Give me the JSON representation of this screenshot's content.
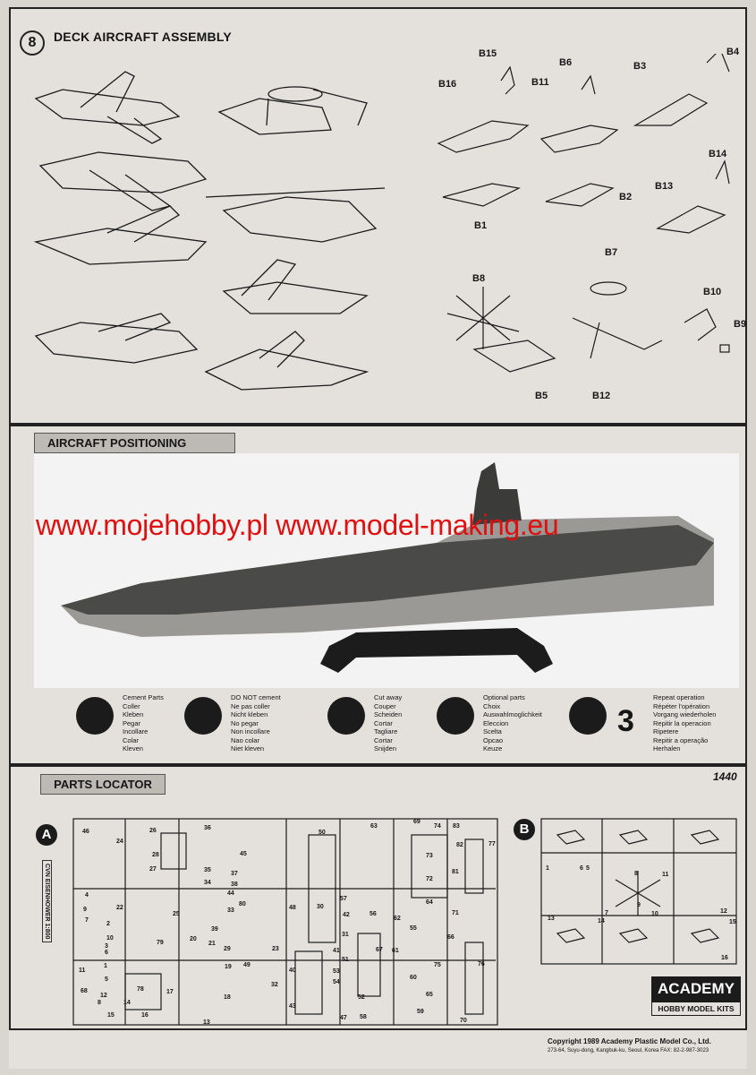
{
  "step": {
    "number": "8",
    "title": "DECK AIRCRAFT ASSEMBLY"
  },
  "part_labels": [
    "B15",
    "B6",
    "B3",
    "B4",
    "B16",
    "B11",
    "B14",
    "B13",
    "B1",
    "B2",
    "B7",
    "B8",
    "B10",
    "B9",
    "B5",
    "B12"
  ],
  "sections": {
    "positioning": "AIRCRAFT POSITIONING",
    "locator": "PARTS LOCATOR"
  },
  "watermark": "www.mojehobby.pl www.model-making.eu",
  "legend": [
    {
      "icon": "cement-icon",
      "lines": [
        "Cement Parts",
        "Coller",
        "Kleben",
        "Pegar",
        "Incollare",
        "Colar",
        "Kleven"
      ]
    },
    {
      "icon": "no-cement-icon",
      "lines": [
        "DO NOT cement",
        "Ne pas coller",
        "Nicht kleben",
        "No pegar",
        "Non incollare",
        "Nao colar",
        "Niet kleven"
      ]
    },
    {
      "icon": "cut-icon",
      "lines": [
        "Cut away",
        "Couper",
        "Scheiden",
        "Cortar",
        "Tagliare",
        "Cortar",
        "Snijden"
      ]
    },
    {
      "icon": "optional-icon",
      "lines": [
        "Optional parts",
        "Choix",
        "Auswahlmoglichkeit",
        "Eleccion",
        "Scelta",
        "Opcao",
        "Keuze"
      ]
    },
    {
      "icon": "repeat-icon",
      "lines": [
        "Repeat operation",
        "Répéter l'opération",
        "Vorgang wiederholen",
        "Repitir la operacion",
        "Ripetere",
        "Repitir a operação",
        "Herhalen"
      ]
    }
  ],
  "repeat_count": "3",
  "kit_code": "1440",
  "sprues": {
    "a": "A",
    "b": "B"
  },
  "sprue_a_label": "CVN EISENHOWER 1:800",
  "sprue_numbers": [
    "24",
    "26",
    "36",
    "45",
    "50",
    "63",
    "69",
    "74",
    "83",
    "77",
    "28",
    "37",
    "38",
    "35",
    "27",
    "34",
    "44",
    "48",
    "57",
    "72",
    "73",
    "81",
    "82",
    "22",
    "25",
    "33",
    "42",
    "56",
    "62",
    "64",
    "71",
    "80",
    "39",
    "31",
    "55",
    "67",
    "61",
    "66",
    "76",
    "75",
    "79",
    "20",
    "21",
    "23",
    "41",
    "53",
    "54",
    "52",
    "60",
    "65",
    "70",
    "78",
    "14",
    "17",
    "19",
    "32",
    "40",
    "43",
    "47",
    "51",
    "58",
    "59",
    "68",
    "12",
    "13",
    "15",
    "16",
    "18",
    "29",
    "30",
    "49",
    "46",
    "9",
    "10",
    "11",
    "3",
    "2",
    "7",
    "4",
    "8",
    "1",
    "6",
    "5"
  ],
  "sprue_b_numbers": [
    "1",
    "5",
    "6",
    "8",
    "7",
    "9",
    "11",
    "10",
    "12",
    "13",
    "14",
    "15",
    "16"
  ],
  "brand": {
    "name": "ACADEMY",
    "tag": "HOBBY MODEL KITS"
  },
  "copyright": "Copyright 1989 Academy Plastic Model Co., Ltd.",
  "address": "273-64, Suyu-dong, Kangbuk-ku, Seoul, Korea FAX: 82-2-987-3023"
}
